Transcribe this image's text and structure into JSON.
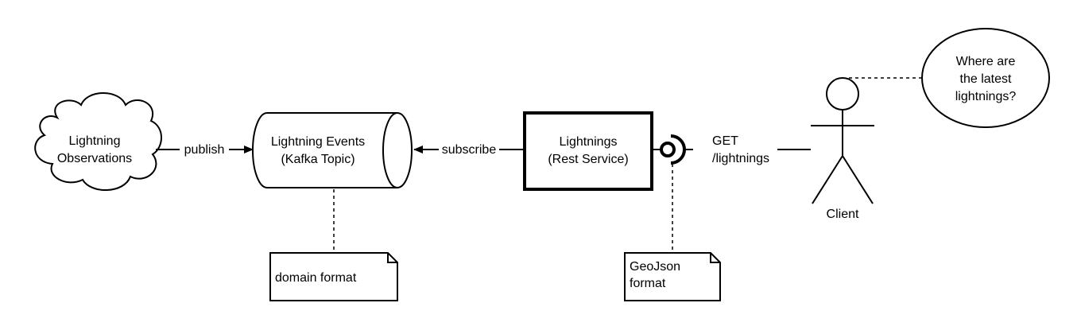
{
  "nodes": {
    "observations": {
      "line1": "Lightning",
      "line2": "Observations"
    },
    "kafka_topic": {
      "line1": "Lightning Events",
      "line2": "(Kafka Topic)"
    },
    "rest_service": {
      "line1": "Lightnings",
      "line2": "(Rest Service)"
    },
    "client": {
      "label": "Client"
    },
    "thought": {
      "line1": "Where are",
      "line2": "the latest",
      "line3": "lightnings?"
    }
  },
  "edges": {
    "publish": "publish",
    "subscribe": "subscribe",
    "get_line1": "GET",
    "get_line2": "/lightnings"
  },
  "notes": {
    "domain_format": "domain format",
    "geojson_line1": "GeoJson",
    "geojson_line2": "format"
  }
}
